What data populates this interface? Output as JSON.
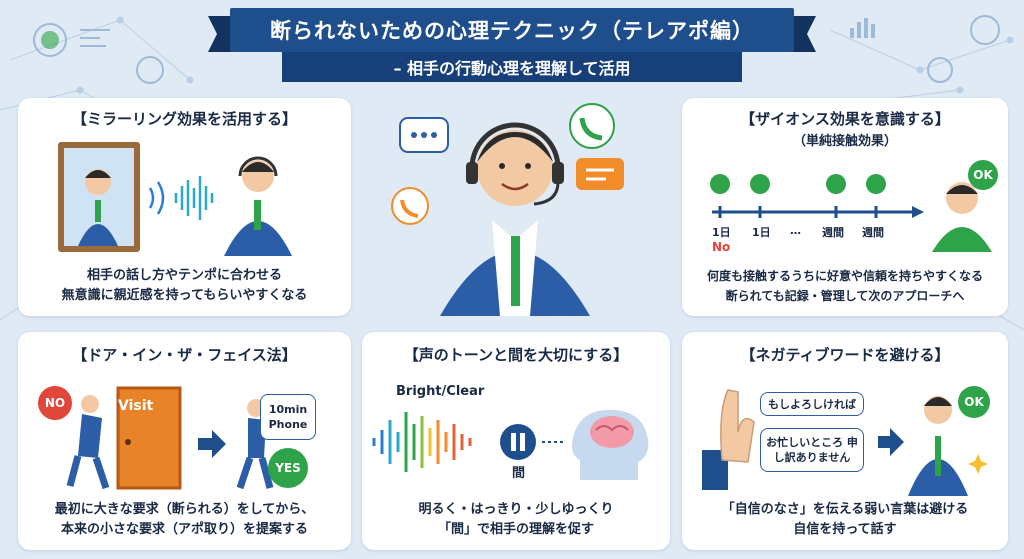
{
  "title": {
    "main": "断られないための心理テクニック（テレアポ編）",
    "sub": "– 相手の行動心理を理解して活用"
  },
  "cards": {
    "mirroring": {
      "title": "【ミラーリング効果を活用する】",
      "text_1": "相手の話し方やテンポに合わせる",
      "text_2": "無意識に親近感を持ってもらいやすくなる"
    },
    "zajonc": {
      "title": "【ザイオンス効果を意識する】",
      "subtitle": "（単純接触効果）",
      "ok_badge": "OK",
      "timeline_labels": [
        "1日",
        "1日",
        "…",
        "週間",
        "週間"
      ],
      "no_label": "No",
      "text_1": "何度も接触するうちに好意や信頼を持ちやすくなる",
      "text_2": "断られても記録・管理して次のアプローチへ"
    },
    "door_in_face": {
      "title": "【ドア・イン・ザ・フェイス法】",
      "no_badge": "NO",
      "door_label": "Visit",
      "phone_bubble": "10min Phone",
      "yes_badge": "YES",
      "text_1": "最初に大きな要求（断られる）をしてから、",
      "text_2": "本来の小さな要求（アポ取り）を提案する"
    },
    "voice": {
      "title": "【声のトーンと間を大切にする】",
      "wave_label": "Bright/Clear",
      "pause_label": "間",
      "text_1": "明るく・はっきり・少しゆっくり",
      "text_2": "「間」で相手の理解を促す"
    },
    "negative": {
      "title": "【ネガティブワードを避ける】",
      "bubble_1": "もしよろしければ",
      "bubble_2": "お忙しいところ 申し訳ありません",
      "ok_badge": "OK",
      "text_1": "「自信のなさ」を伝える弱い言葉は避ける",
      "text_2": "自信を持って話す"
    }
  },
  "colors": {
    "navy": "#1f4e8c",
    "suit": "#2b5ea6",
    "green": "#2fa34a",
    "red": "#e0463a",
    "orange": "#f28c28",
    "door": "#e8832a"
  },
  "icons": [
    "phone-icon",
    "chat-bubble-icon",
    "headset-icon",
    "brain-icon",
    "pause-icon",
    "sparkle-icon",
    "arrow-right-icon",
    "sound-wave-icon"
  ]
}
